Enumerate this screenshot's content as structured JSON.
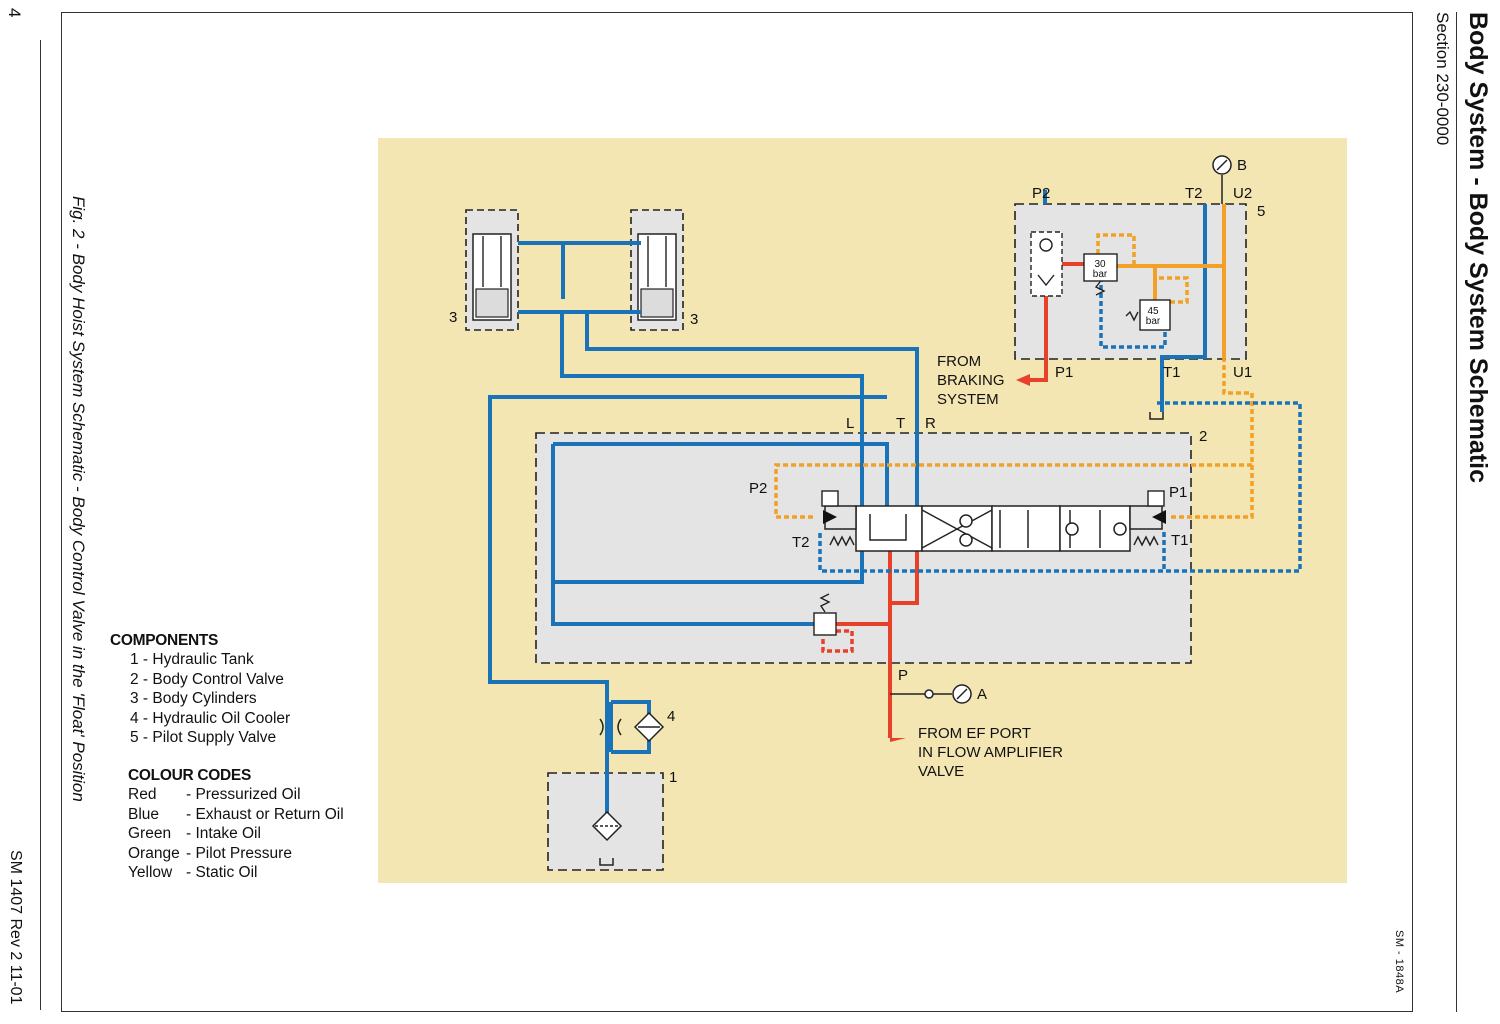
{
  "page": {
    "page_number": "4",
    "doc_ref": "SM 1407 Rev 2 11-01",
    "title": "Body System - Body System Schematic",
    "section": "Section 230-0000",
    "figure_caption": "Fig. 2 - Body Hoist System Schematic - Body Control Valve in the 'Float' Position",
    "drawing_code": "SM - 1848A"
  },
  "components": {
    "heading": "COMPONENTS",
    "items": [
      "1 - Hydraulic Tank",
      "2 - Body Control Valve",
      "3 - Body Cylinders",
      "4 - Hydraulic Oil Cooler",
      "5 - Pilot Supply Valve"
    ]
  },
  "colour_codes": {
    "heading": "COLOUR CODES",
    "items": [
      {
        "name": "Red",
        "desc": "- Pressurized Oil"
      },
      {
        "name": "Blue",
        "desc": "- Exhaust or Return Oil"
      },
      {
        "name": "Green",
        "desc": "- Intake Oil"
      },
      {
        "name": "Orange",
        "desc": "- Pilot Pressure"
      },
      {
        "name": "Yellow",
        "desc": "- Static Oil"
      }
    ]
  },
  "diagram": {
    "numbers": {
      "tank": "1",
      "valve": "2",
      "cyl_left": "3",
      "cyl_right": "3",
      "cooler": "4",
      "pilot_valve": "5"
    },
    "ports": {
      "L": "L",
      "T": "T",
      "R": "R",
      "P": "P",
      "P2_main": "P2",
      "P1_main": "P1",
      "T2_main": "T2",
      "T1_main": "T1",
      "P2_pilot": "P2",
      "T2_pilot": "T2",
      "U2_pilot": "U2",
      "P1_pilot": "P1",
      "T1_pilot": "T1",
      "U1_pilot": "U1",
      "gauge_A": "A",
      "gauge_B": "B"
    },
    "relief_30": {
      "value": "30",
      "unit": "bar"
    },
    "relief_45": {
      "value": "45",
      "unit": "bar"
    },
    "from_braking": [
      "FROM",
      "BRAKING",
      "SYSTEM"
    ],
    "from_ef": [
      "FROM EF PORT",
      "IN FLOW AMPLIFIER",
      "VALVE"
    ]
  },
  "colors": {
    "pressurized": "#e8412a",
    "return": "#1a73b8",
    "pilot": "#f2a126",
    "panel": "#f3e6b3",
    "housing": "#e4e4e4"
  }
}
